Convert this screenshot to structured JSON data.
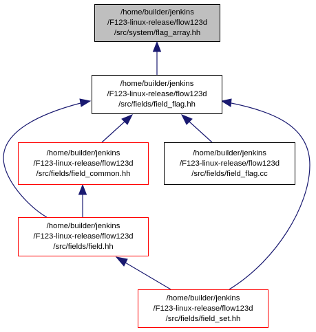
{
  "colors": {
    "edge": "#191970",
    "border_default": "#000000",
    "border_highlight": "#ff0000",
    "fill_root": "#bfbfbf",
    "fill_default": "#ffffff"
  },
  "nodes": {
    "flag_array": {
      "lines": [
        "/home/builder/jenkins",
        "/F123-linux-release/flow123d",
        "/src/system/flag_array.hh"
      ],
      "border": "#000000",
      "fill": "#bfbfbf"
    },
    "field_flag_hh": {
      "lines": [
        "/home/builder/jenkins",
        "/F123-linux-release/flow123d",
        "/src/fields/field_flag.hh"
      ],
      "border": "#000000",
      "fill": "#ffffff"
    },
    "field_common": {
      "lines": [
        "/home/builder/jenkins",
        "/F123-linux-release/flow123d",
        "/src/fields/field_common.hh"
      ],
      "border": "#ff0000",
      "fill": "#ffffff"
    },
    "field_flag_cc": {
      "lines": [
        "/home/builder/jenkins",
        "/F123-linux-release/flow123d",
        "/src/fields/field_flag.cc"
      ],
      "border": "#000000",
      "fill": "#ffffff"
    },
    "field_hh": {
      "lines": [
        "/home/builder/jenkins",
        "/F123-linux-release/flow123d",
        "/src/fields/field.hh"
      ],
      "border": "#ff0000",
      "fill": "#ffffff"
    },
    "field_set": {
      "lines": [
        "/home/builder/jenkins",
        "/F123-linux-release/flow123d",
        "/src/fields/field_set.hh"
      ],
      "border": "#ff0000",
      "fill": "#ffffff"
    }
  },
  "edges": [
    {
      "from": "field_flag_hh",
      "to": "flag_array"
    },
    {
      "from": "field_common",
      "to": "field_flag_hh"
    },
    {
      "from": "field_flag_cc",
      "to": "field_flag_hh"
    },
    {
      "from": "field_hh",
      "to": "field_flag_hh"
    },
    {
      "from": "field_set",
      "to": "field_flag_hh"
    },
    {
      "from": "field_hh",
      "to": "field_common"
    },
    {
      "from": "field_set",
      "to": "field_hh"
    }
  ]
}
